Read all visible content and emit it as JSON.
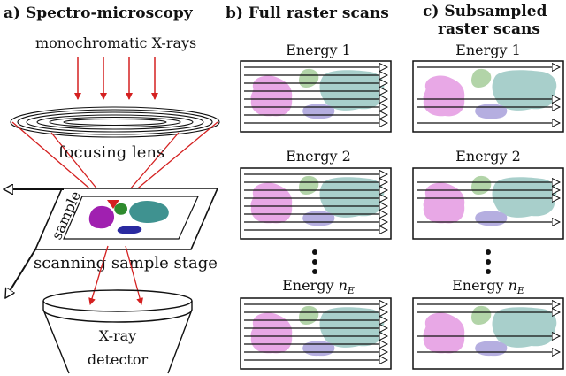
{
  "panels": {
    "a": {
      "title": "a) Spectro-microscopy"
    },
    "b": {
      "title": "b) Full raster scans"
    },
    "c": {
      "title_line1": "c) Subsampled",
      "title_line2": "raster scans"
    }
  },
  "labels": {
    "xrays": "monochromatic X-rays",
    "lens": "focusing lens",
    "sample": "sample",
    "stage": "scanning sample stage",
    "detector_line1": "X-ray",
    "detector_line2": "detector"
  },
  "energy": {
    "e1": "Energy 1",
    "e2": "Energy 2",
    "en_prefix": "Energy ",
    "en_var": "n",
    "en_sub": "E"
  },
  "colors": {
    "beam": "#d42020",
    "pink": "#e8a8e6",
    "green": "#b2d4a8",
    "teal": "#a8cfcb",
    "lavender": "#b5aee0",
    "pink_sample": "#a020b0",
    "green_sample": "#2e8b2e",
    "teal_sample": "#3f9290",
    "blue_sample": "#2a2aa0"
  }
}
